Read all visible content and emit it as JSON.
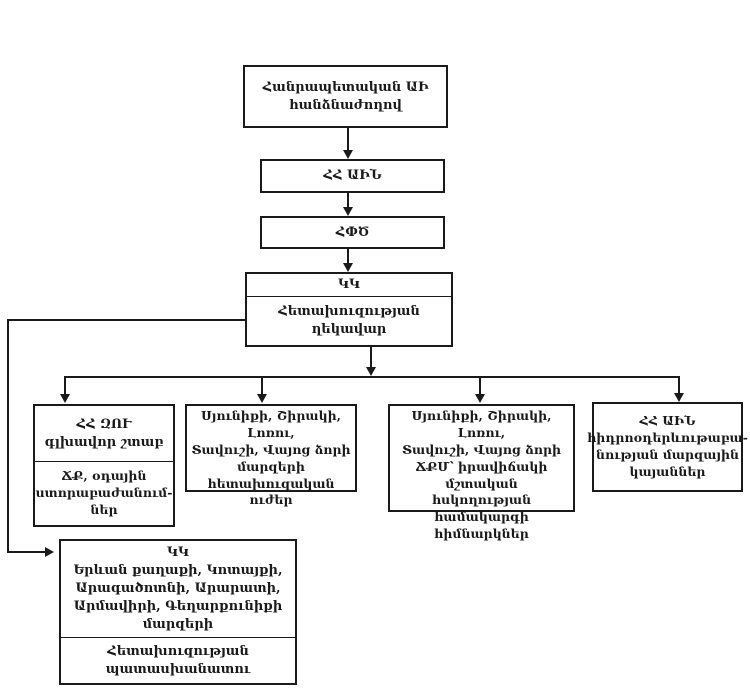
{
  "diagram": {
    "title": "Reconnaissance organization chart (Armenian)",
    "colors": {
      "ink": "#1a1a1a",
      "background": "#ffffff"
    },
    "boxes": {
      "republic_commission": {
        "lines": [
          "Հանրապետական ԱԻ",
          "հանձնաժողով"
        ]
      },
      "mes": {
        "lines": [
          "ՀՀ ԱԻՆ"
        ]
      },
      "rescue_service": {
        "lines": [
          "ՀՓԾ"
        ]
      },
      "control_point_head": {
        "top": [
          "ԿԿ"
        ],
        "bottom": [
          "Հետախուզության",
          "ղեկավար"
        ]
      },
      "general_staff": {
        "top": [
          "ՀՀ ԶՈՒ",
          "գլխավոր շտաբ"
        ],
        "bottom": [
          "ՃՔ, օդային",
          "ստորաբաժանում-",
          "ներ"
        ]
      },
      "recon_forces": {
        "lines": [
          "Սյունիքի, Շիրակի, Լոռու,",
          "Տավուշի, Վայոց ձորի",
          "մարզերի",
          "հետախուզական ուժեր"
        ]
      },
      "monitoring_institutions": {
        "lines": [
          "Սյունիքի, Շիրակի, Լոռու,",
          "Տավուշի, Վայոց ձորի",
          "ՃՔՄ՝ իրավիճակի",
          "մշտական հսկողության",
          "համակարգի հիմնարկներ"
        ]
      },
      "hydromet_stations": {
        "lines": [
          "ՀՀ ԱԻՆ",
          "հիդրոօդերևութաբա-",
          "նության մարզային",
          "կայաններ"
        ]
      },
      "control_point_regions": {
        "top": [
          "ԿԿ",
          "Երևան քաղաքի, Կոտայքի,",
          "Արագածոտնի, Արարատի,",
          "Արմավիրի, Գեղարքունիքի",
          "մարզերի"
        ],
        "bottom": [
          "Հետախուզության",
          "պատասխանատու"
        ]
      }
    }
  }
}
